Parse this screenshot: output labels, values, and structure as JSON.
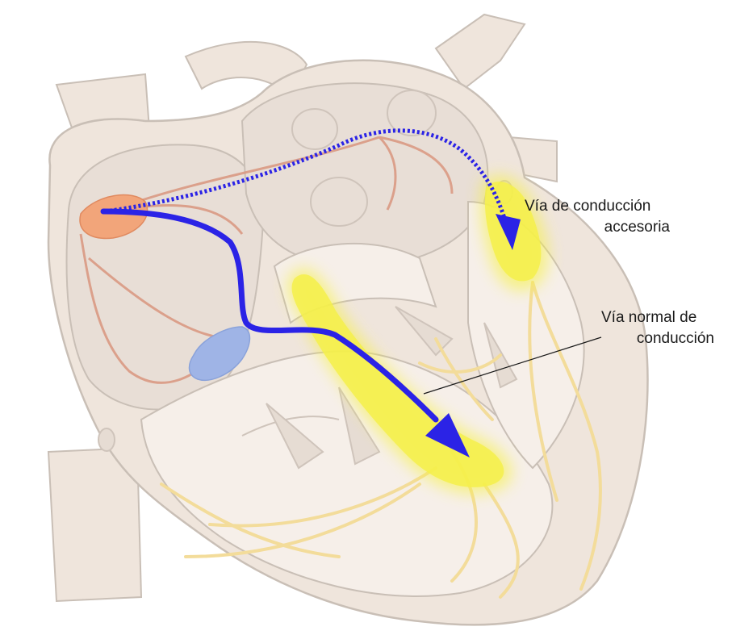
{
  "labels": {
    "accessory_line1": "Vía de conducción",
    "accessory_line2": "accesoria",
    "normal_line1": "Vía normal de",
    "normal_line2": "conducción"
  },
  "colors": {
    "tissue": "#efe5dc",
    "tissue_outline": "#c9bfb6",
    "chamber": "#f6efe9",
    "fibers": "#f3dc9a",
    "conduction_path": "#2b23e6",
    "highlight": "#f7f23a",
    "sa_node": "#f2a57a",
    "av_node": "#9fb4e6",
    "vessels": "#d9967f"
  },
  "icons": {
    "normal_path_arrow": "arrow-icon",
    "accessory_path_arrow": "dashed-arrow-icon"
  }
}
